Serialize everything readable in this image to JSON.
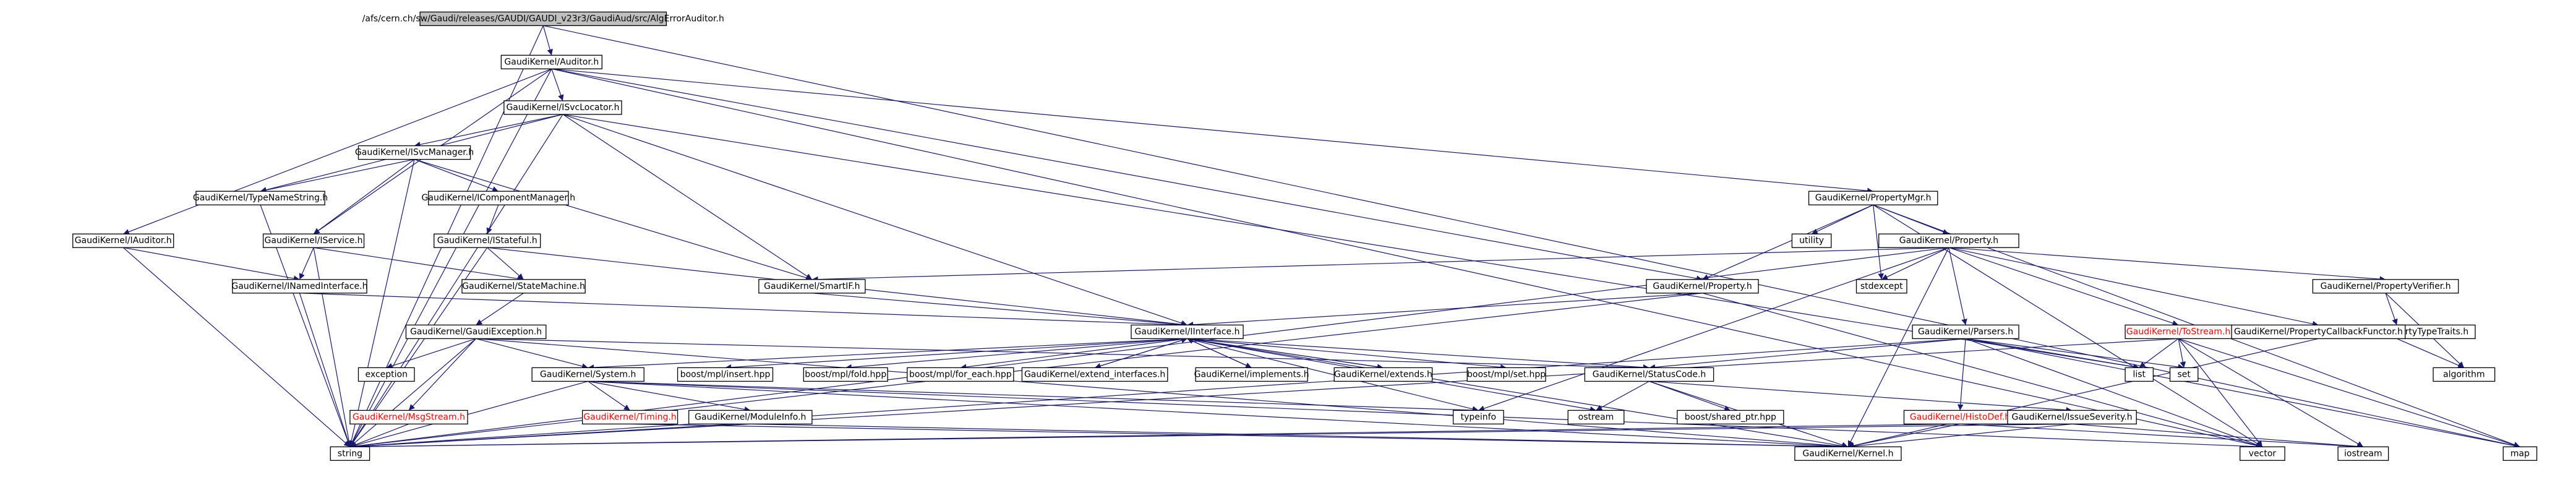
{
  "diagram": {
    "edge_color": "#191970",
    "root_fill": "#bfbfbf",
    "missing_text_color": "#ff0000",
    "nodes": [
      {
        "id": "root",
        "label": "/afs/cern.ch/sw/Gaudi/releases/GAUDI/GAUDI_v23r3/GaudiAud/src/AlgErrorAuditor.h",
        "kind": "root"
      },
      {
        "id": "auditor_h",
        "label": "GaudiKernel/Auditor.h"
      },
      {
        "id": "isvclocator",
        "label": "GaudiKernel/ISvcLocator.h"
      },
      {
        "id": "isvcmanager",
        "label": "GaudiKernel/ISvcManager.h"
      },
      {
        "id": "typenamestring",
        "label": "GaudiKernel/TypeNameString.h"
      },
      {
        "id": "icomponentmanager",
        "label": "GaudiKernel/IComponentManager.h"
      },
      {
        "id": "iauditor",
        "label": "GaudiKernel/IAuditor.h"
      },
      {
        "id": "iservice",
        "label": "GaudiKernel/IService.h"
      },
      {
        "id": "istateful",
        "label": "GaudiKernel/IStateful.h"
      },
      {
        "id": "inamedinterface",
        "label": "GaudiKernel/INamedInterface.h"
      },
      {
        "id": "statemachine",
        "label": "GaudiKernel/StateMachine.h"
      },
      {
        "id": "smartif",
        "label": "GaudiKernel/SmartIF.h"
      },
      {
        "id": "propertymgr",
        "label": "GaudiKernel/PropertyMgr.h"
      },
      {
        "id": "utility",
        "label": "utility"
      },
      {
        "id": "property_a",
        "label": "GaudiKernel/Property.h"
      },
      {
        "id": "property_b",
        "label": "GaudiKernel/Property.h"
      },
      {
        "id": "stdexcept",
        "label": "stdexcept"
      },
      {
        "id": "propertyverifier",
        "label": "GaudiKernel/PropertyVerifier.h"
      },
      {
        "id": "propertytypetraits",
        "label": "GaudiKernel/PropertyTypeTraits.h"
      },
      {
        "id": "algorithm",
        "label": "algorithm"
      },
      {
        "id": "gaudiexception",
        "label": "GaudiKernel/GaudiException.h"
      },
      {
        "id": "iinterface",
        "label": "GaudiKernel/IInterface.h"
      },
      {
        "id": "exception",
        "label": "exception"
      },
      {
        "id": "system",
        "label": "GaudiKernel/System.h"
      },
      {
        "id": "msgstream",
        "label": "GaudiKernel/MsgStream.h",
        "kind": "missing"
      },
      {
        "id": "timing",
        "label": "GaudiKernel/Timing.h",
        "kind": "missing"
      },
      {
        "id": "moduleinfo",
        "label": "GaudiKernel/ModuleInfo.h"
      },
      {
        "id": "mpl_insert",
        "label": "boost/mpl/insert.hpp"
      },
      {
        "id": "mpl_fold",
        "label": "boost/mpl/fold.hpp"
      },
      {
        "id": "mpl_for_each",
        "label": "boost/mpl/for_each.hpp"
      },
      {
        "id": "extend_interfaces",
        "label": "GaudiKernel/extend_interfaces.h"
      },
      {
        "id": "implements",
        "label": "GaudiKernel/implements.h"
      },
      {
        "id": "extends",
        "label": "GaudiKernel/extends.h"
      },
      {
        "id": "mpl_set",
        "label": "boost/mpl/set.hpp"
      },
      {
        "id": "statuscode",
        "label": "GaudiKernel/StatusCode.h"
      },
      {
        "id": "parsers",
        "label": "GaudiKernel/Parsers.h"
      },
      {
        "id": "tostream",
        "label": "GaudiKernel/ToStream.h",
        "kind": "missing"
      },
      {
        "id": "callbackfunctor",
        "label": "GaudiKernel/PropertyCallbackFunctor.h"
      },
      {
        "id": "histodef",
        "label": "GaudiKernel/HistoDef.h",
        "kind": "missing"
      },
      {
        "id": "issueseverity",
        "label": "GaudiKernel/IssueSeverity.h"
      },
      {
        "id": "list",
        "label": "list"
      },
      {
        "id": "set",
        "label": "set"
      },
      {
        "id": "typeinfo",
        "label": "typeinfo"
      },
      {
        "id": "ostream",
        "label": "ostream"
      },
      {
        "id": "shared_ptr",
        "label": "boost/shared_ptr.hpp"
      },
      {
        "id": "string",
        "label": "string"
      },
      {
        "id": "kernel",
        "label": "GaudiKernel/Kernel.h"
      },
      {
        "id": "vector",
        "label": "vector"
      },
      {
        "id": "iostream",
        "label": "iostream"
      },
      {
        "id": "map",
        "label": "map"
      }
    ],
    "edges": [
      [
        "root",
        "auditor_h"
      ],
      [
        "root",
        "string"
      ],
      [
        "root",
        "map"
      ],
      [
        "auditor_h",
        "isvclocator"
      ],
      [
        "auditor_h",
        "iauditor"
      ],
      [
        "auditor_h",
        "iservice"
      ],
      [
        "auditor_h",
        "propertymgr"
      ],
      [
        "auditor_h",
        "string"
      ],
      [
        "auditor_h",
        "vector"
      ],
      [
        "auditor_h",
        "property_b"
      ],
      [
        "isvclocator",
        "isvcmanager"
      ],
      [
        "isvclocator",
        "typenamestring"
      ],
      [
        "isvclocator",
        "smartif"
      ],
      [
        "isvclocator",
        "iinterface"
      ],
      [
        "isvclocator",
        "list"
      ],
      [
        "isvclocator",
        "string"
      ],
      [
        "isvcmanager",
        "typenamestring"
      ],
      [
        "isvcmanager",
        "icomponentmanager"
      ],
      [
        "isvcmanager",
        "iservice"
      ],
      [
        "isvcmanager",
        "smartif"
      ],
      [
        "isvcmanager",
        "string"
      ],
      [
        "icomponentmanager",
        "istateful"
      ],
      [
        "istateful",
        "statemachine"
      ],
      [
        "istateful",
        "iinterface"
      ],
      [
        "istateful",
        "string"
      ],
      [
        "typenamestring",
        "string"
      ],
      [
        "iauditor",
        "inamedinterface"
      ],
      [
        "iauditor",
        "string"
      ],
      [
        "iservice",
        "inamedinterface"
      ],
      [
        "iservice",
        "statemachine"
      ],
      [
        "iservice",
        "string"
      ],
      [
        "inamedinterface",
        "iinterface"
      ],
      [
        "inamedinterface",
        "string"
      ],
      [
        "statemachine",
        "gaudiexception"
      ],
      [
        "smartif",
        "iinterface"
      ],
      [
        "propertymgr",
        "utility"
      ],
      [
        "propertymgr",
        "property_a"
      ],
      [
        "propertymgr",
        "property_b"
      ],
      [
        "propertymgr",
        "stdexcept"
      ],
      [
        "propertymgr",
        "vector"
      ],
      [
        "propertymgr",
        "map"
      ],
      [
        "property_a",
        "smartif"
      ],
      [
        "property_a",
        "stdexcept"
      ],
      [
        "property_a",
        "parsers"
      ],
      [
        "property_a",
        "tostream"
      ],
      [
        "property_a",
        "callbackfunctor"
      ],
      [
        "property_a",
        "propertyverifier"
      ],
      [
        "property_a",
        "string"
      ],
      [
        "property_a",
        "typeinfo"
      ],
      [
        "property_a",
        "kernel"
      ],
      [
        "property_b",
        "iinterface"
      ],
      [
        "property_b",
        "string"
      ],
      [
        "property_b",
        "vector"
      ],
      [
        "propertyverifier",
        "propertytypetraits"
      ],
      [
        "propertyverifier",
        "algorithm"
      ],
      [
        "propertytypetraits",
        "algorithm"
      ],
      [
        "gaudiexception",
        "exception"
      ],
      [
        "gaudiexception",
        "system"
      ],
      [
        "gaudiexception",
        "msgstream"
      ],
      [
        "gaudiexception",
        "statuscode"
      ],
      [
        "gaudiexception",
        "string"
      ],
      [
        "gaudiexception",
        "kernel"
      ],
      [
        "iinterface",
        "system"
      ],
      [
        "iinterface",
        "mpl_insert"
      ],
      [
        "iinterface",
        "mpl_fold"
      ],
      [
        "iinterface",
        "mpl_for_each"
      ],
      [
        "iinterface",
        "extend_interfaces"
      ],
      [
        "iinterface",
        "implements"
      ],
      [
        "iinterface",
        "extends"
      ],
      [
        "iinterface",
        "mpl_set"
      ],
      [
        "iinterface",
        "statuscode"
      ],
      [
        "iinterface",
        "typeinfo"
      ],
      [
        "iinterface",
        "ostream"
      ],
      [
        "iinterface",
        "kernel"
      ],
      [
        "extend_interfaces",
        "iinterface"
      ],
      [
        "implements",
        "iinterface"
      ],
      [
        "extends",
        "iinterface"
      ],
      [
        "system",
        "timing"
      ],
      [
        "system",
        "moduleinfo"
      ],
      [
        "system",
        "string"
      ],
      [
        "system",
        "kernel"
      ],
      [
        "system",
        "vector"
      ],
      [
        "system",
        "typeinfo"
      ],
      [
        "msgstream",
        "string"
      ],
      [
        "timing",
        "kernel"
      ],
      [
        "moduleinfo",
        "kernel"
      ],
      [
        "moduleinfo",
        "string"
      ],
      [
        "statuscode",
        "ostream"
      ],
      [
        "statuscode",
        "shared_ptr"
      ],
      [
        "statuscode",
        "kernel"
      ],
      [
        "statuscode",
        "issueseverity"
      ],
      [
        "parsers",
        "statuscode"
      ],
      [
        "parsers",
        "histodef"
      ],
      [
        "parsers",
        "list"
      ],
      [
        "parsers",
        "set"
      ],
      [
        "parsers",
        "vector"
      ],
      [
        "parsers",
        "map"
      ],
      [
        "parsers",
        "string"
      ],
      [
        "tostream",
        "list"
      ],
      [
        "tostream",
        "set"
      ],
      [
        "tostream",
        "vector"
      ],
      [
        "tostream",
        "map"
      ],
      [
        "tostream",
        "iostream"
      ],
      [
        "tostream",
        "string"
      ],
      [
        "callbackfunctor",
        "kernel"
      ],
      [
        "histodef",
        "string"
      ],
      [
        "histodef",
        "iostream"
      ],
      [
        "histodef",
        "kernel"
      ],
      [
        "issueseverity",
        "kernel"
      ],
      [
        "issueseverity",
        "iostream"
      ],
      [
        "issueseverity",
        "string"
      ]
    ]
  }
}
